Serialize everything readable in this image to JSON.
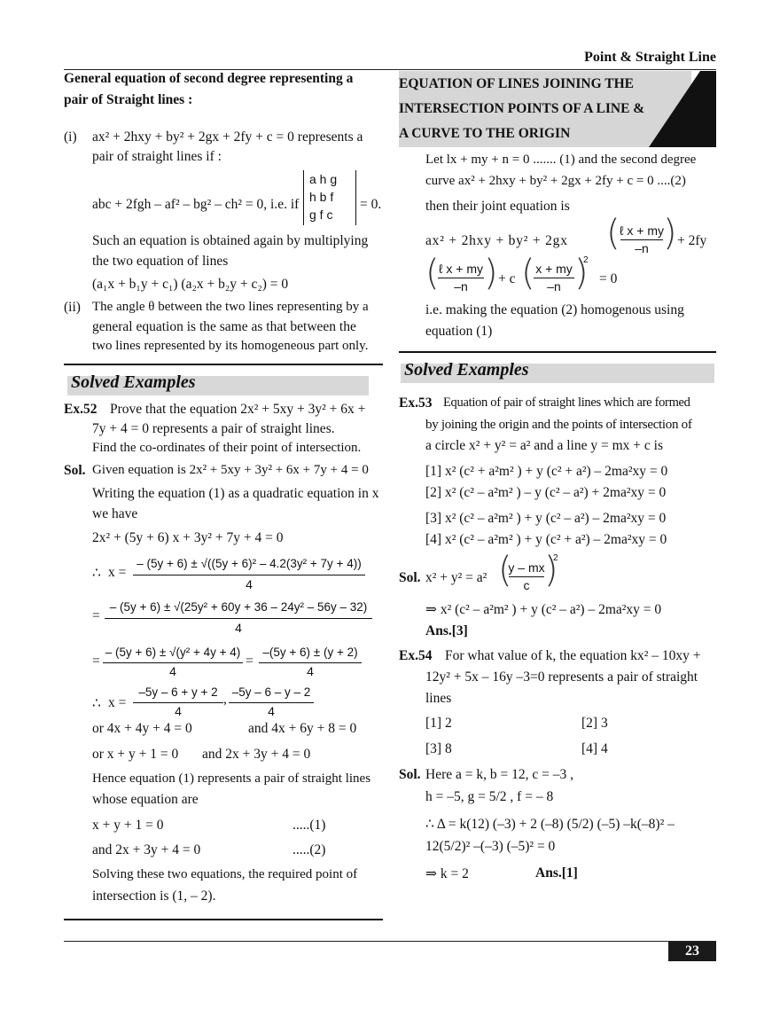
{
  "header": {
    "title": "Point & Straight Line"
  },
  "left": {
    "heading1": "General equation of second degree representing a",
    "heading2": "pair of Straight lines :",
    "i_label": "(i)",
    "i_line1": "ax² + 2hxy + by² + 2gx + 2fy + c = 0  represents a",
    "i_line2": "pair of straight lines if :",
    "det_cond": "abc + 2fgh – af² – bg² – ch² = 0, i.e. if",
    "det_r1": "a   h   g",
    "det_r2": "h   b   f",
    "det_r3": "g   f   c",
    "det_eq": "= 0.",
    "such1": "Such an equation is obtained again by multiplying",
    "such2": "the two equation of lines",
    "product": "(a₁x + b₁y + c₁) (a₂x + b₂y + c₂) = 0",
    "ii_label": "(ii)",
    "ii_line1": "The angle θ between the two lines representing by a",
    "ii_line2": "general equation is the same as that between the",
    "ii_line3": "two lines represented by its homogeneous part only.",
    "solved": "Solved Examples",
    "ex52_label": "Ex.52",
    "ex52_l1": "Prove that the equation 2x² + 5xy + 3y² + 6x +",
    "ex52_l2": "7y + 4 = 0 represents a pair of straight lines.",
    "ex52_l3": "Find the co-ordinates of their point of intersection.",
    "sol_label": "Sol.",
    "sol_l1": "Given equation is  2x² + 5xy + 3y² + 6x + 7y + 4 = 0",
    "sol_l2": "Writing the equation (1) as a quadratic equation in x",
    "sol_l3": "we have",
    "sol_l4": "2x² + (5y + 6) x + 3y² + 7y + 4 =  0",
    "therefore": "∴",
    "x_eq": "x =",
    "f1_num": "– (5y + 6) ± √((5y + 6)² – 4.2(3y² + 7y + 4))",
    "f1_den": "4",
    "eq_sign": "=",
    "f2_num": "– (5y + 6) ± √(25y² + 60y + 36 – 24y² – 56y – 32)",
    "f2_den": "4",
    "f3_num": "– (5y + 6) ± √(y² + 4y + 4)",
    "f3_den": "4",
    "f4_num": "–(5y + 6) ± (y + 2)",
    "f4_den": "4",
    "f5_num": "–5y – 6 + y + 2",
    "f5_den": "4",
    "comma": ",",
    "f6_num": "–5y – 6 – y – 2",
    "f6_den": "4",
    "or1a": "or  4x + 4y + 4 = 0",
    "or1b": "and 4x + 6y + 8 = 0",
    "or2a": "or  x + y + 1 = 0",
    "or2b": "and 2x + 3y + 4 = 0",
    "hence1": "Hence equation (1) represents a pair of straight lines",
    "hence2": "whose equation are",
    "eq1": "x + y + 1 = 0",
    "eq1_tag": ".....(1)",
    "eq2": "and  2x + 3y + 4 = 0",
    "eq2_tag": ".....(2)",
    "solve1": "Solving these two equations, the required point of",
    "solve2": "intersection is  (1, – 2)."
  },
  "right": {
    "banner1": "EQUATION OF LINES JOINING THE",
    "banner2": "INTERSECTION POINTS OF A LINE &",
    "banner3": "A CURVE TO THE ORIGIN",
    "let1": "Let lx + my + n = 0 ....... (1)  and  the second degree",
    "let2": "curve ax² + 2hxy + by² + 2gx + 2fy + c = 0   ....(2)",
    "let3": "then their joint equation is",
    "joint_a": "ax² + 2hxy + by² + 2gx",
    "jf_num": "ℓ x + my",
    "jf_den": "–n",
    "joint_b": "+ 2fy",
    "jf2_num": "ℓ x + my",
    "jf2_den": "–n",
    "joint_c": "+ c",
    "jf3_num": "x + my",
    "jf3_den": "–n",
    "sq": "2",
    "joint_d": "= 0",
    "ie1": "i.e. making the equation (2)  homogenous using",
    "ie2": "equation (1)",
    "solved": "Solved Examples",
    "ex53_label": "Ex.53",
    "ex53_l1": "Equation of pair of straight lines which are formed",
    "ex53_l2": "by joining the origin and the points of intersection of",
    "ex53_l3": "a circle x² + y² = a²  and a line y = mx + c is",
    "opt1": "[1] x² (c² + a²m² ) + y (c² + a²) – 2ma²xy = 0",
    "opt2": "[2] x² (c² – a²m² ) – y (c² – a²) + 2ma²xy = 0",
    "opt3": "[3] x² (c² – a²m² ) + y (c² – a²) – 2ma²xy = 0",
    "opt4": "[4] x² (c² – a²m² ) + y (c² + a²) – 2ma²xy = 0",
    "sol53_label": "Sol.",
    "sol53_eq": "x² + y² = a²",
    "sf_num": "y – mx",
    "sf_den": "c",
    "sol53_2": "⇒  x² (c² – a²m² ) + y (c² – a²) – 2ma²xy = 0",
    "ans53": "Ans.[3]",
    "ex54_label": "Ex.54",
    "ex54_l1": "For what value of k, the equation kx² – 10xy +",
    "ex54_l2": "12y² + 5x – 16y –3=0 represents a pair of straight",
    "ex54_l3": "lines",
    "o1": "[1] 2",
    "o2": "[2] 3",
    "o3": "[3] 8",
    "o4": "[4] 4",
    "sol54_label": "Sol.",
    "sol54_l1": "Here a = k, b = 12, c = –3 ,",
    "sol54_l2": "h = –5, g = 5/2 , f = – 8",
    "sol54_l3": "∴ Δ  = k(12) (–3) + 2 (–8) (5/2) (–5) –k(–8)² –",
    "sol54_l4": "12(5/2)² –(–3) (–5)² = 0",
    "sol54_l5": "⇒  k = 2",
    "ans54": "Ans.[1]"
  },
  "footer": {
    "page": "23"
  }
}
